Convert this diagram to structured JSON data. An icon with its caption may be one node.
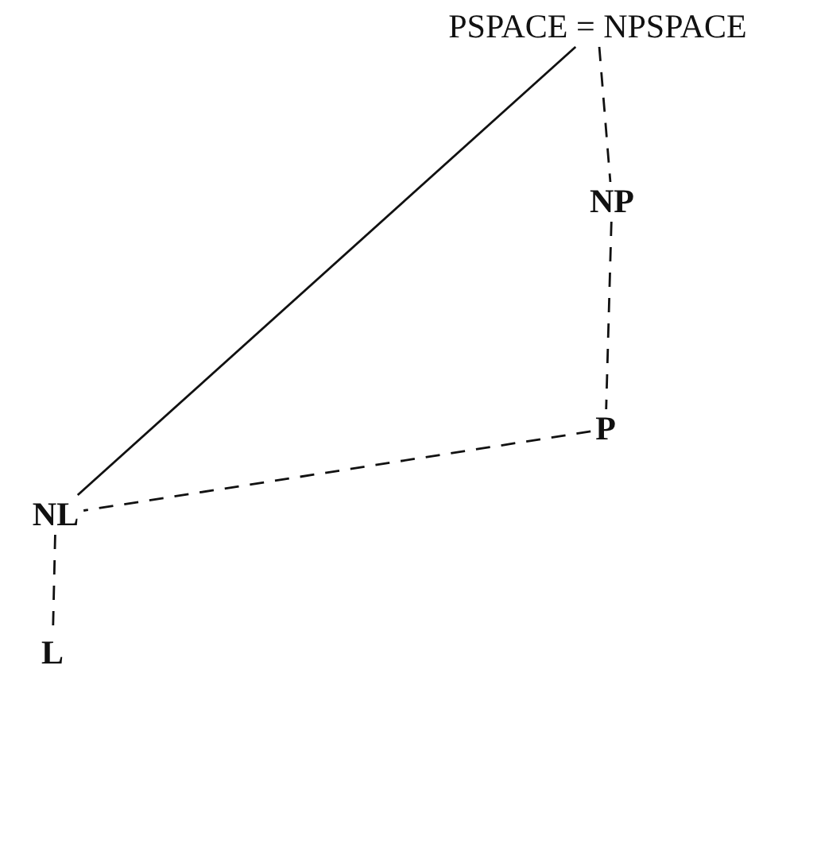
{
  "diagram": {
    "nodes": [
      {
        "text": [
          "PSPACE = NPSPACE"
        ]
      },
      {
        "text": [
          "NP"
        ]
      },
      {
        "text": [
          "P"
        ]
      },
      {
        "text": [
          "NL"
        ]
      },
      {
        "text": [
          "L"
        ]
      }
    ],
    "edges": [
      {
        "from": 0,
        "to": 1,
        "arrow": "none",
        "style": "dashed"
      },
      {
        "from": 1,
        "to": 2,
        "arrow": "none",
        "style": "dashed"
      },
      {
        "from": 2,
        "to": 3,
        "arrow": "none",
        "style": "dashed"
      },
      {
        "from": 3,
        "to": 0,
        "arrow": "none"
      },
      {
        "from": 3,
        "to": 4,
        "arrow": "none",
        "style": "dashed"
      }
    ]
  }
}
